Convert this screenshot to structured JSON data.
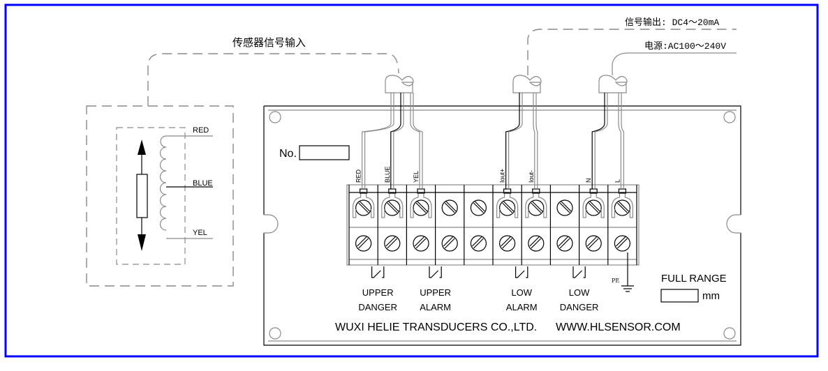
{
  "labels": {
    "sensor_input": "传感器信号输入",
    "signal_output": "信号输出: DC4～20mA",
    "power_supply": "电源:AC100～240V",
    "serial_no": "No.",
    "full_range": "FULL RANGE",
    "unit": "mm",
    "pe": "PE",
    "company": "WUXI HELIE TRANSDUCERS CO.,LTD.",
    "website": "WWW.HLSENSOR.COM"
  },
  "sensor": {
    "wires": [
      "RED",
      "BLUE",
      "YEL"
    ]
  },
  "terminals": [
    {
      "label": "RED",
      "wired": true
    },
    {
      "label": "BLUE",
      "wired": true
    },
    {
      "label": "YEL",
      "wired": true
    },
    {
      "label": "",
      "wired": false
    },
    {
      "label": "",
      "wired": false
    },
    {
      "label": "Iout+",
      "wired": true
    },
    {
      "label": "Iout-",
      "wired": true
    },
    {
      "label": "",
      "wired": false
    },
    {
      "label": "N",
      "wired": true
    },
    {
      "label": "L",
      "wired": true
    }
  ],
  "relays": [
    {
      "line1": "UPPER",
      "line2": "DANGER"
    },
    {
      "line1": "UPPER",
      "line2": "ALARM"
    },
    {
      "line1": "LOW",
      "line2": "ALARM"
    },
    {
      "line1": "LOW",
      "line2": "DANGER"
    }
  ],
  "colors": {
    "frame": "#0000ff",
    "line": "#000000",
    "secondary_line": "#8a8a8a"
  }
}
